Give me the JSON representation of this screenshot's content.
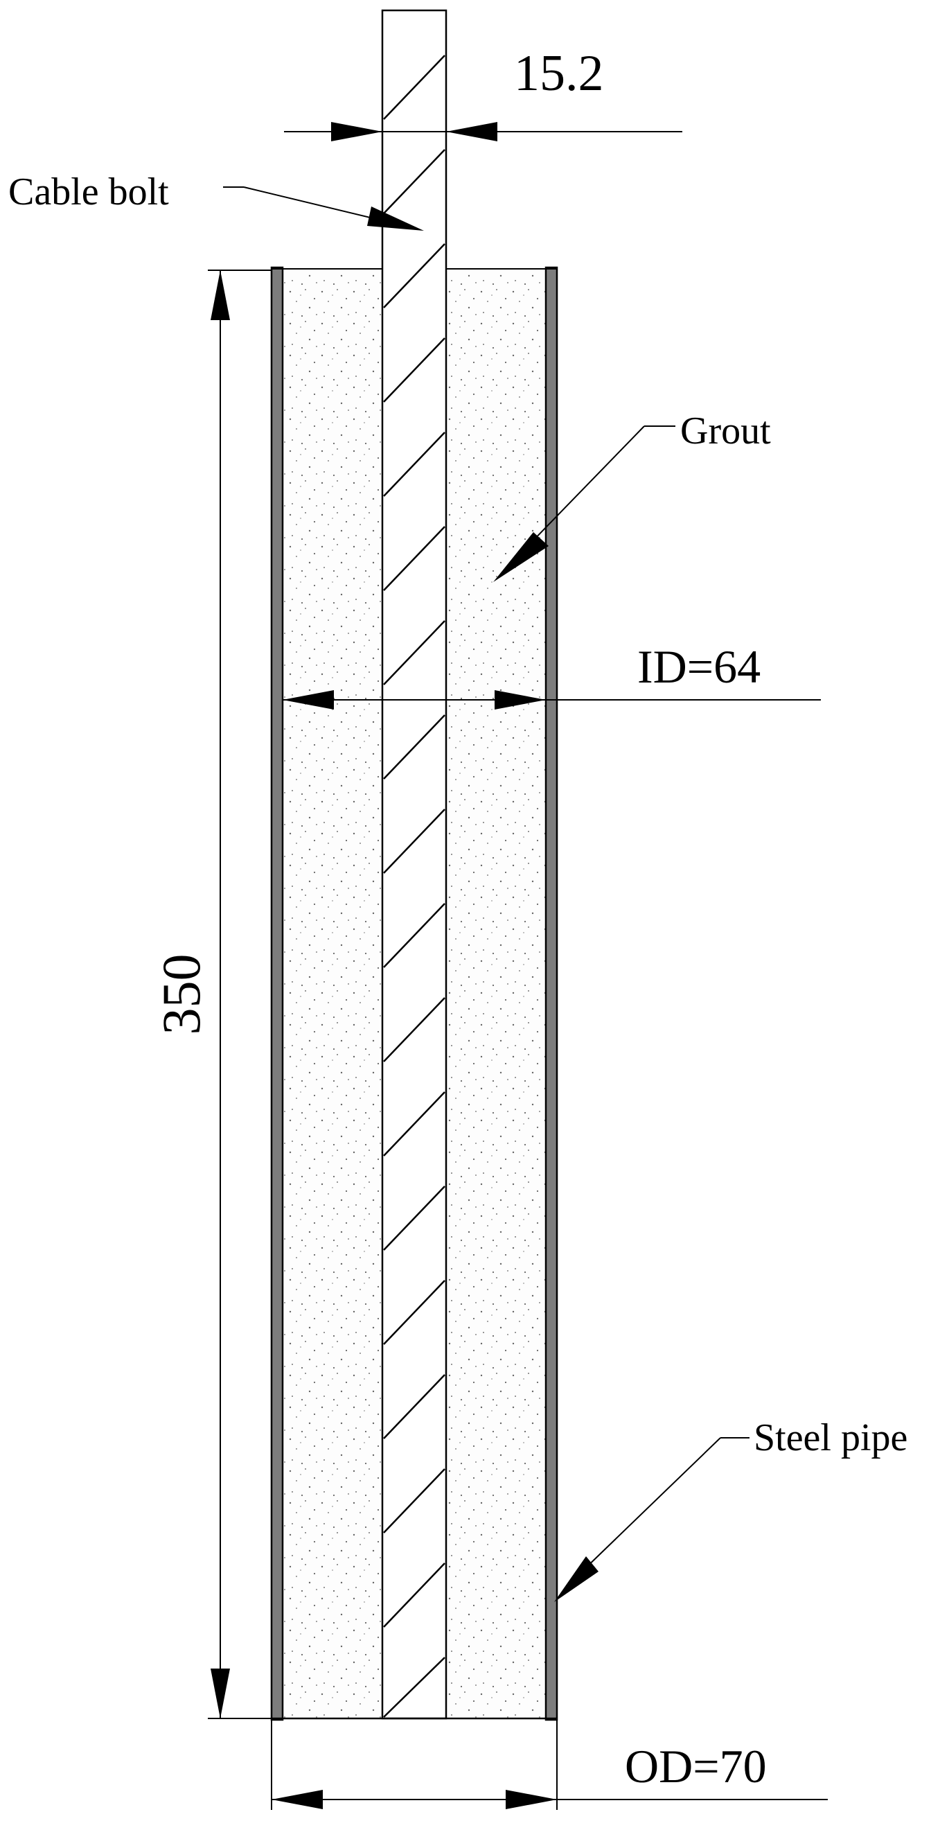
{
  "diagram": {
    "labels": {
      "cable_bolt": "Cable bolt",
      "grout": "Grout",
      "steel_pipe": "Steel pipe"
    },
    "dimensions": {
      "bolt_diameter": "15.2",
      "inner_diameter": "ID=64",
      "length": "350",
      "outer_diameter": "OD=70"
    }
  }
}
